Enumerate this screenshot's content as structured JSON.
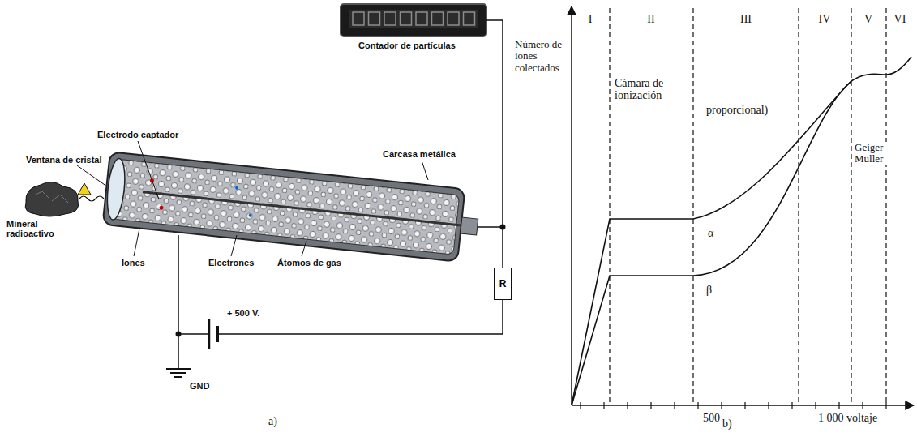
{
  "diagram": {
    "nodes": [
      {
        "text": [
          "R"
        ]
      }
    ],
    "labels": [
      "Contador de partículas",
      "Electrodo captador",
      "Carcasa metálica",
      "Ventana de cristal",
      "Mineral radioactivo",
      "Iones",
      "Electrones",
      "Átomos de gas",
      "+ 500 V.",
      "GND",
      "a)",
      "b)",
      "Número de iones colectados",
      "I",
      "II",
      "III",
      "IV",
      "V",
      "VI",
      "Cámara de ionización",
      "proporcional)",
      "α",
      "β",
      "Geiger Müller",
      "500",
      "1 000 voltaje"
    ]
  }
}
